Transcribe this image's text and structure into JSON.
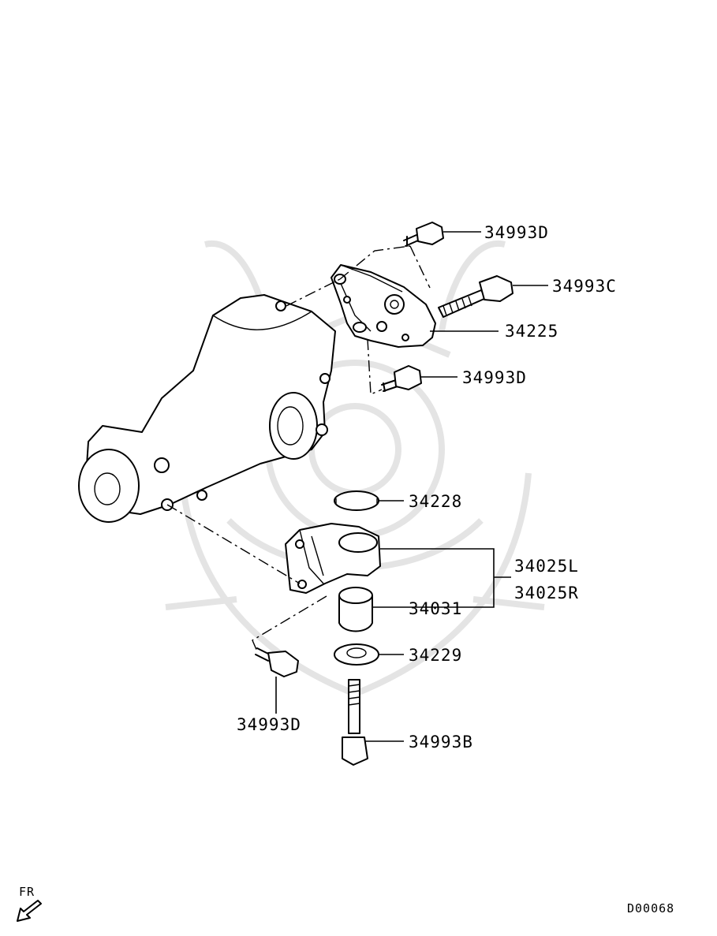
{
  "diagram": {
    "part_labels": {
      "bolt_top": "34993D",
      "bolt_long": "34993C",
      "bracket": "34225",
      "bolt_mid": "34993D",
      "washer_upper": "34228",
      "mount_left": "34025L",
      "mount_right": "34025R",
      "bushing": "34031",
      "washer_lower": "34229",
      "bolt_bottom_left": "34993D",
      "bolt_bottom": "34993B"
    },
    "direction_label": "FR",
    "diagram_code": "D00068"
  }
}
